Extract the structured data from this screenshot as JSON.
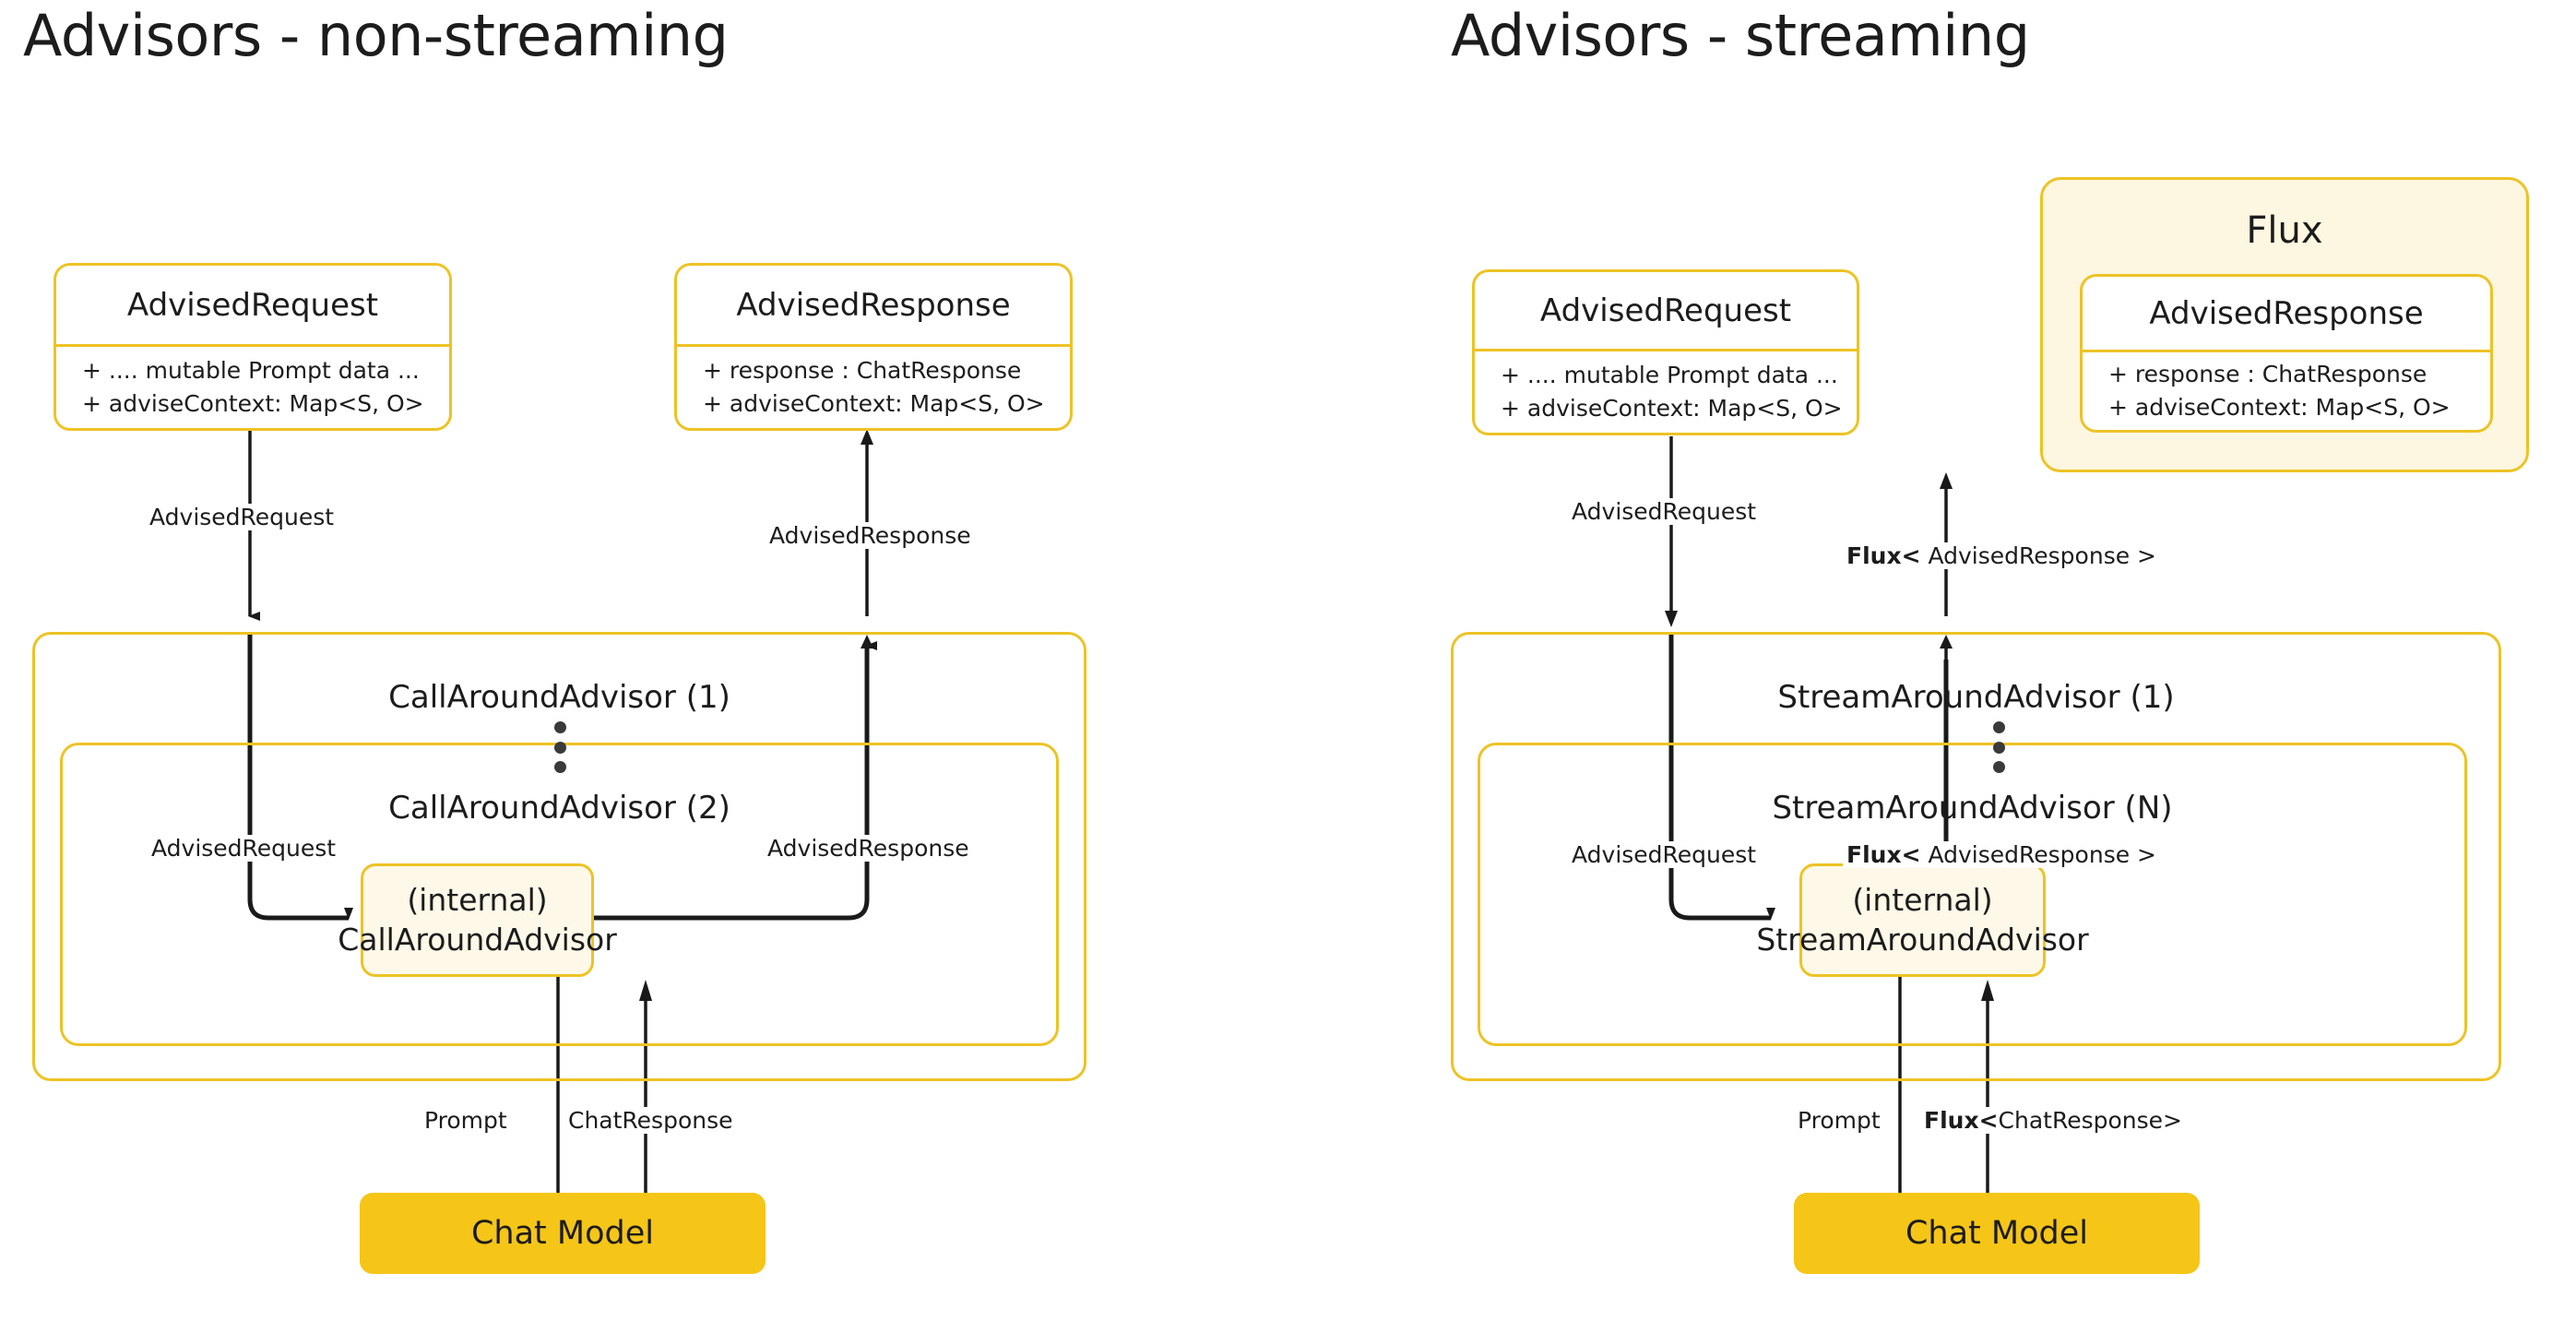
{
  "colors": {
    "accent_border": "#edc325",
    "chat_model_fill": "#f5c518",
    "internal_fill": "#fdf8e8",
    "flux_fill": "#fdf6e0",
    "text": "#1c1c1c",
    "wire": "#1a1a1a"
  },
  "panels": {
    "left": {
      "title": "Advisors - non-streaming",
      "request_box": {
        "title": "AdvisedRequest",
        "attrs": [
          "+ .... mutable Prompt data ...",
          "+ adviseContext: Map<S, O>"
        ]
      },
      "response_box": {
        "title": "AdvisedResponse",
        "attrs": [
          "+ response : ChatResponse",
          "+ adviseContext: Map<S, O>"
        ]
      },
      "chain": {
        "outer_label": "CallAroundAdvisor (1)",
        "inner_label": "CallAroundAdvisor (2)"
      },
      "internal_box": {
        "line1": "(internal)",
        "line2": "CallAroundAdvisor"
      },
      "chat_model": "Chat Model",
      "edges": {
        "request_top": "AdvisedRequest",
        "response_top": "AdvisedResponse",
        "request_inner": "AdvisedRequest",
        "response_inner": "AdvisedResponse",
        "prompt": "Prompt",
        "chat_response": "ChatResponse"
      }
    },
    "right": {
      "title": "Advisors - streaming",
      "request_box": {
        "title": "AdvisedRequest",
        "attrs": [
          "+ .... mutable Prompt data ...",
          "+ adviseContext: Map<S, O>"
        ]
      },
      "flux_label": "Flux",
      "response_box": {
        "title": "AdvisedResponse",
        "attrs": [
          "+ response : ChatResponse",
          "+ adviseContext: Map<S, O>"
        ]
      },
      "chain": {
        "outer_label": "StreamAroundAdvisor (1)",
        "inner_label": "StreamAroundAdvisor (N)"
      },
      "internal_box": {
        "line1": "(internal)",
        "line2": "StreamAroundAdvisor"
      },
      "chat_model": "Chat Model",
      "edges": {
        "request_top": "AdvisedRequest",
        "response_top_bold": "Flux<",
        "response_top_rest": " AdvisedResponse >",
        "request_inner": "AdvisedRequest",
        "response_inner_bold": "Flux<",
        "response_inner_rest": " AdvisedResponse >",
        "prompt": "Prompt",
        "chat_response_bold": "Flux<",
        "chat_response_rest": "ChatResponse>"
      }
    }
  }
}
